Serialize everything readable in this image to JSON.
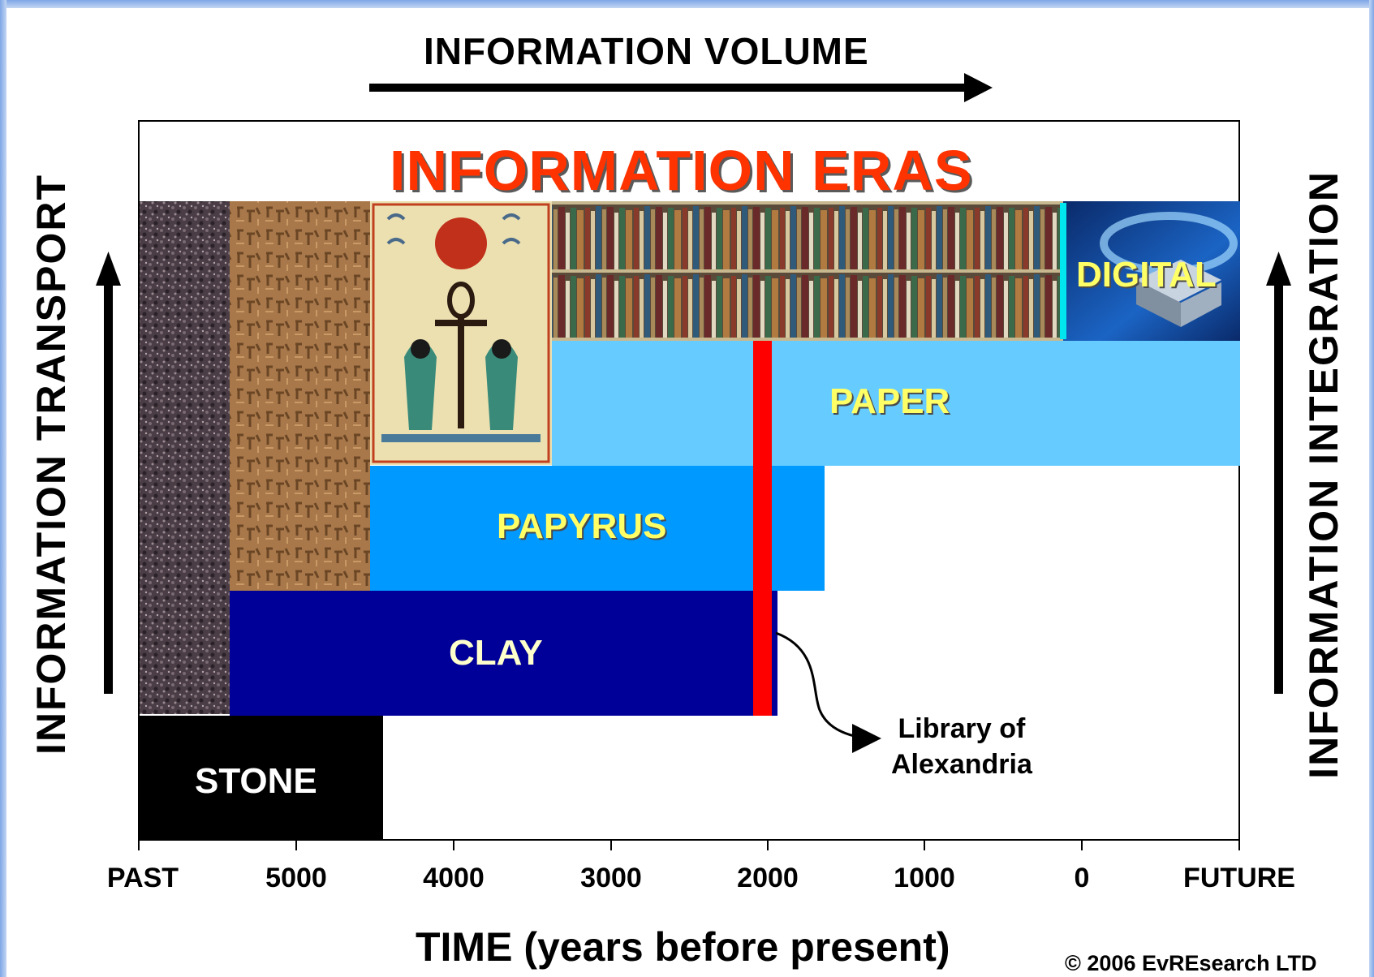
{
  "header": {
    "volume_title": "INFORMATION  VOLUME",
    "main_title": "INFORMATION ERAS"
  },
  "side_labels": {
    "left": "INFORMATION  TRANSPORT",
    "right": "INFORMATION  INTEGRATION"
  },
  "eras": {
    "stone": "STONE",
    "clay": "CLAY",
    "papyrus": "PAPYRUS",
    "paper": "PAPER",
    "digital": "DIGITAL"
  },
  "annotation": {
    "line1": "Library of",
    "line2": "Alexandria"
  },
  "axis": {
    "ticks": [
      "PAST",
      "5000",
      "4000",
      "3000",
      "2000",
      "1000",
      "0",
      "FUTURE"
    ],
    "title": "TIME (years before present)"
  },
  "footer": {
    "copyright": "© 2006 EvREsearch LTD"
  },
  "colors": {
    "title_red": "#ff3300",
    "stone": "#000000",
    "clay": "#000099",
    "papyrus": "#0099ff",
    "paper": "#66ccff",
    "digital": "#0d3d8a",
    "alexandria_marker": "#ff0000",
    "frame": "#7fa6e6"
  },
  "icons": {
    "stone": "rough-stone-texture",
    "clay": "cuneiform-tablet",
    "papyrus": "egyptian-papyrus",
    "paper": "library-bookshelves",
    "digital": "digital-chip"
  }
}
